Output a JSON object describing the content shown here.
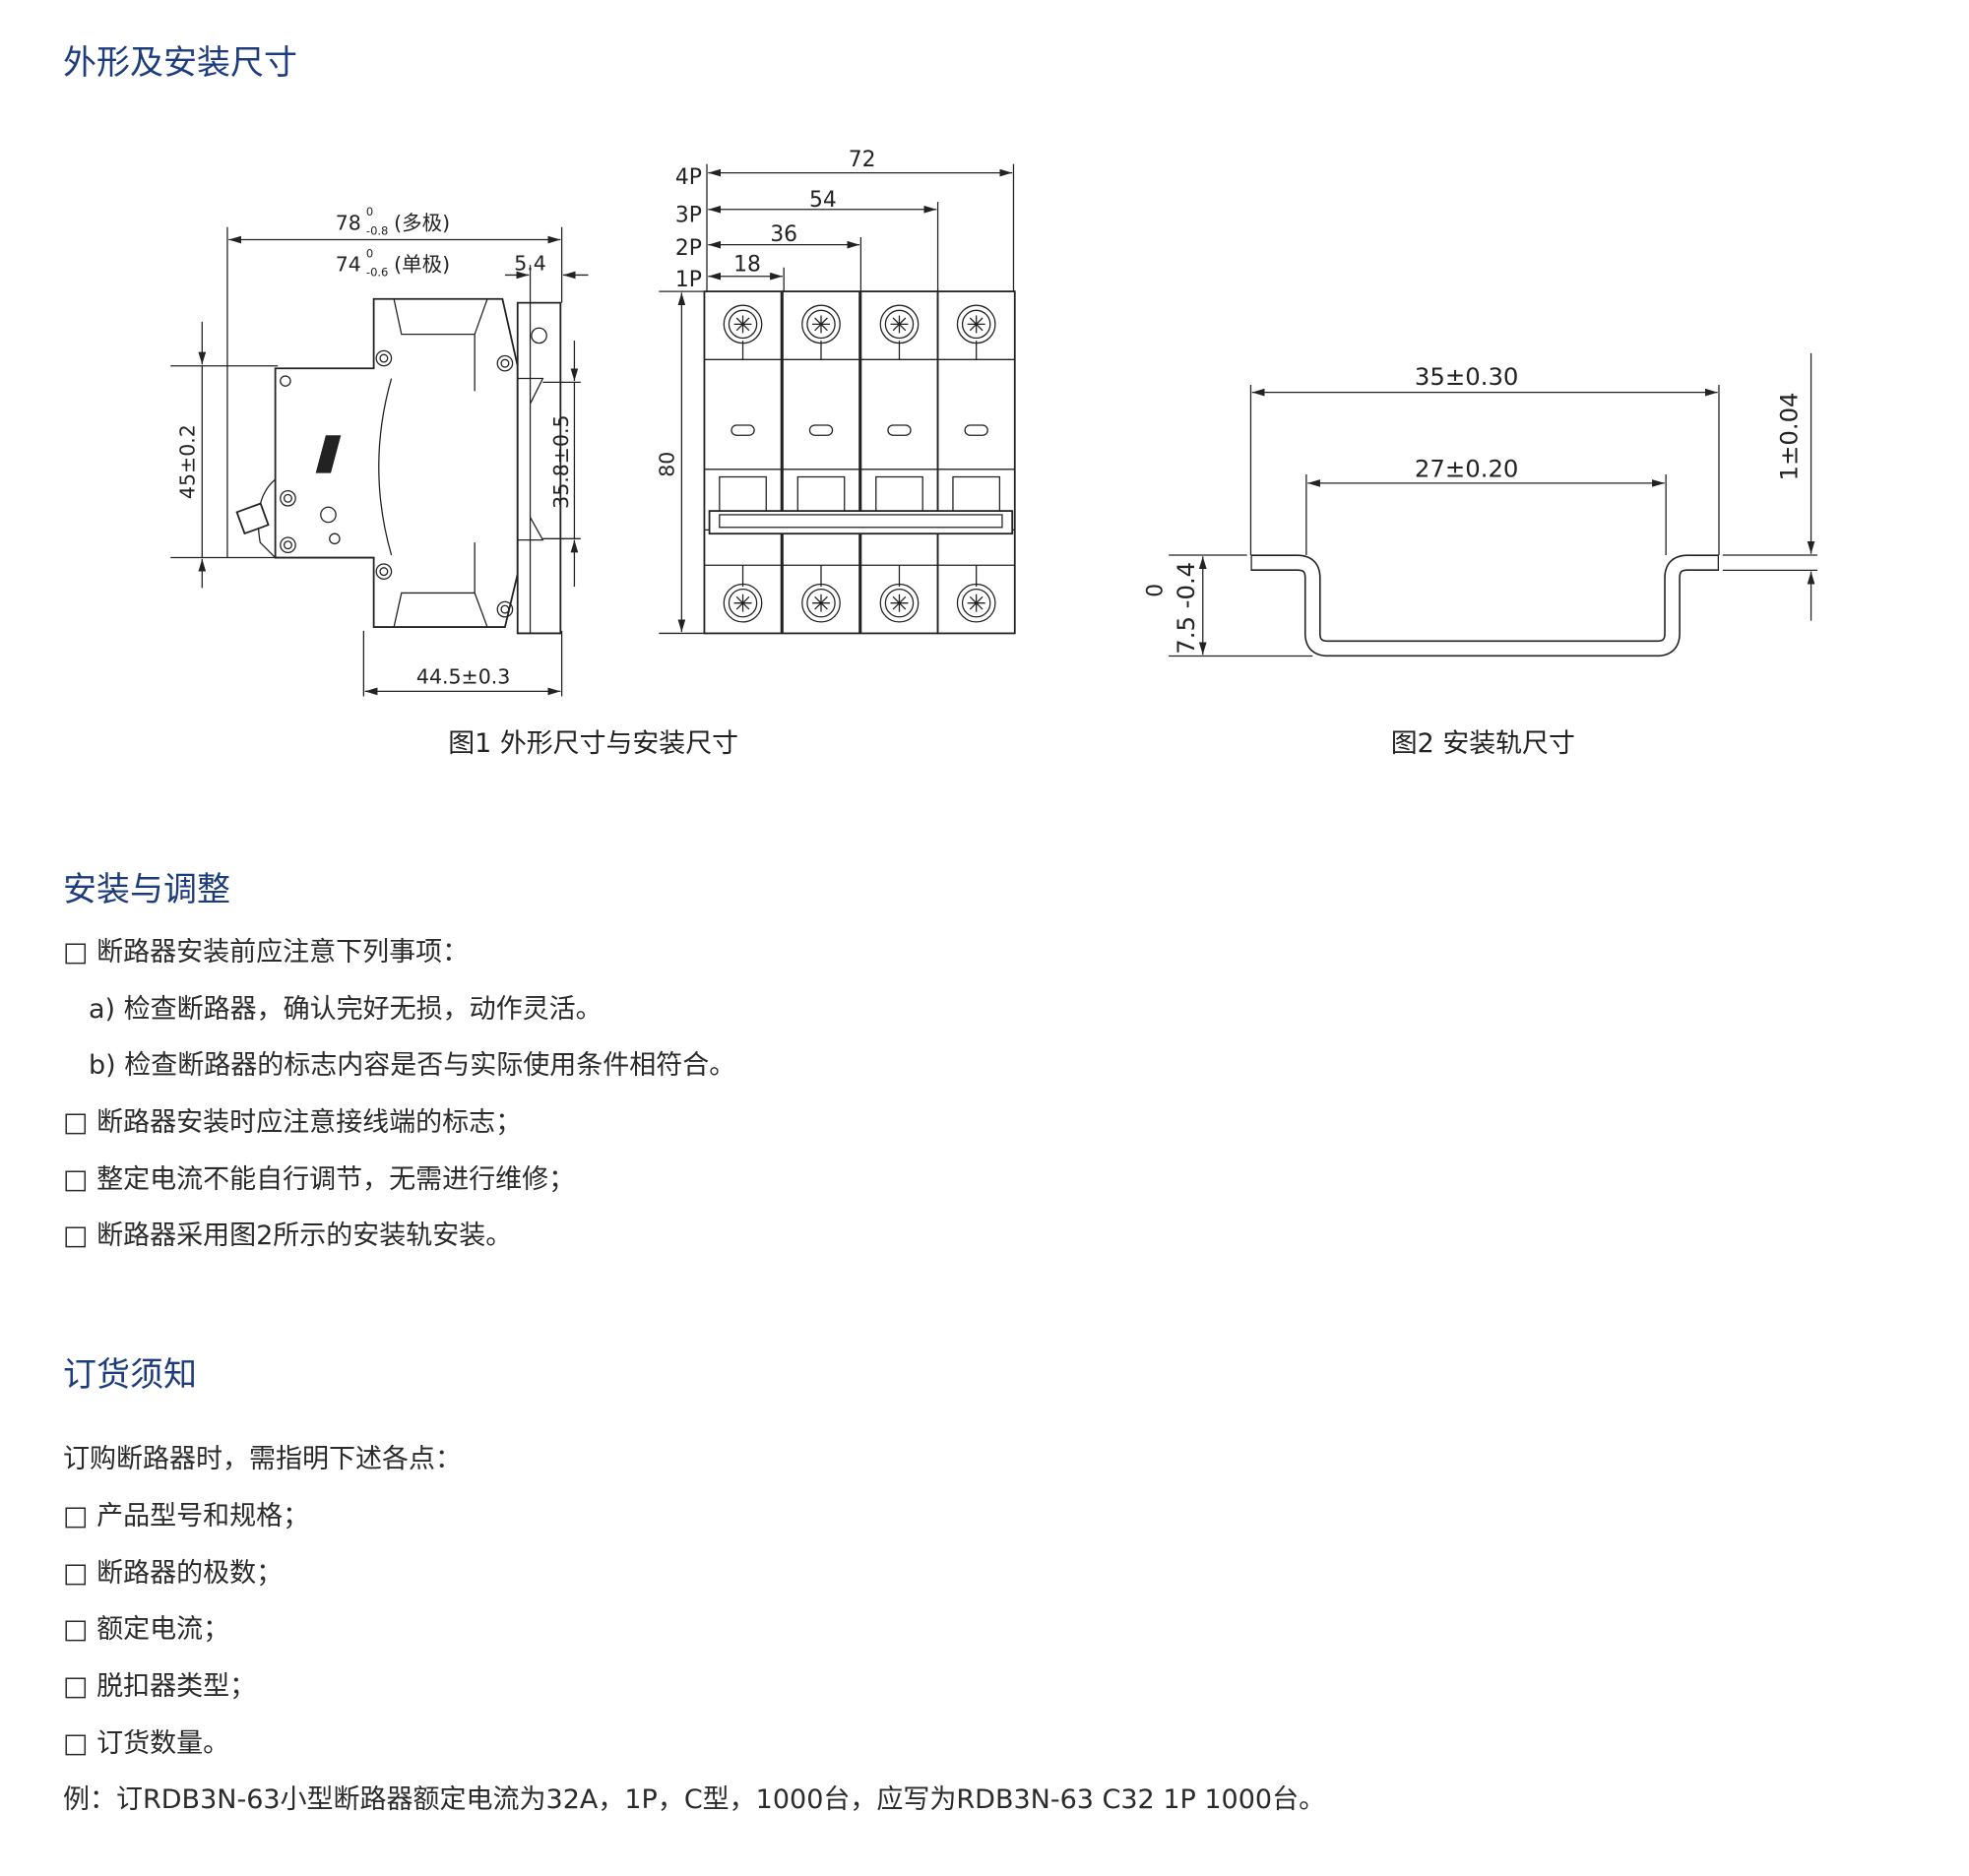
{
  "sections": {
    "dimensions_title": "外形及安装尺寸",
    "install_title": "安装与调整",
    "order_title": "订货须知"
  },
  "figure1": {
    "caption": "图1 外形尺寸与安装尺寸",
    "dim_multi": "78",
    "dim_multi_tol_upper": "0",
    "dim_multi_tol_lower": "-0.8",
    "dim_multi_note": "(多极)",
    "dim_single": "74",
    "dim_single_tol_upper": "0",
    "dim_single_tol_lower": "-0.6",
    "dim_single_note": "(单极)",
    "dim_clip": "5.4",
    "dim_height_front": "45±0.2",
    "dim_rail_span": "35.8±0.5",
    "dim_depth": "44.5±0.3",
    "dim_80": "80",
    "poles": [
      {
        "label": "4P",
        "width": "72"
      },
      {
        "label": "3P",
        "width": "54"
      },
      {
        "label": "2P",
        "width": "36"
      },
      {
        "label": "1P",
        "width": "18"
      }
    ]
  },
  "figure2": {
    "caption": "图2  安装轨尺寸",
    "dim_outer": "35±0.30",
    "dim_inner": "27±0.20",
    "dim_thickness": "1±0.04",
    "dim_height": "7.5 -0.4",
    "dim_height_upper": "0"
  },
  "install": {
    "items": [
      "□ 断路器安装前应注意下列事项：",
      "a) 检查断路器，确认完好无损，动作灵活。",
      "b) 检查断路器的标志内容是否与实际使用条件相符合。",
      "□ 断路器安装时应注意接线端的标志；",
      "□ 整定电流不能自行调节，无需进行维修；",
      "□ 断路器采用图2所示的安装轨安装。"
    ]
  },
  "order": {
    "intro": "订购断路器时，需指明下述各点：",
    "items": [
      "□ 产品型号和规格；",
      "□ 断路器的极数；",
      "□ 额定电流；",
      "□ 脱扣器类型；",
      "□ 订货数量。"
    ],
    "example": "例：订RDB3N-63小型断路器额定电流为32A，1P，C型，1000台，应写为RDB3N-63 C32 1P 1000台。"
  }
}
